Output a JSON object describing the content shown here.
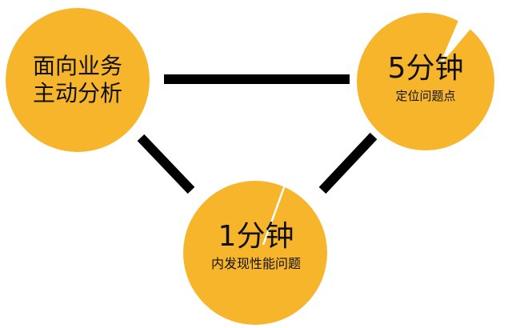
{
  "diagram": {
    "colors": {
      "circle_fill": "#F7B52C",
      "connector": "#000000",
      "background": "#FFFFFF",
      "text": "#111111"
    },
    "nodes": [
      {
        "id": "left",
        "lines": [
          "面向业务",
          "主动分析"
        ]
      },
      {
        "id": "right",
        "title": "5分钟",
        "subtitle": "定位问题点"
      },
      {
        "id": "bottom",
        "title": "1分钟",
        "subtitle": "内发现性能问题"
      }
    ],
    "edges": [
      {
        "from": "left",
        "to": "right"
      },
      {
        "from": "left",
        "to": "bottom"
      },
      {
        "from": "right",
        "to": "bottom"
      }
    ]
  }
}
